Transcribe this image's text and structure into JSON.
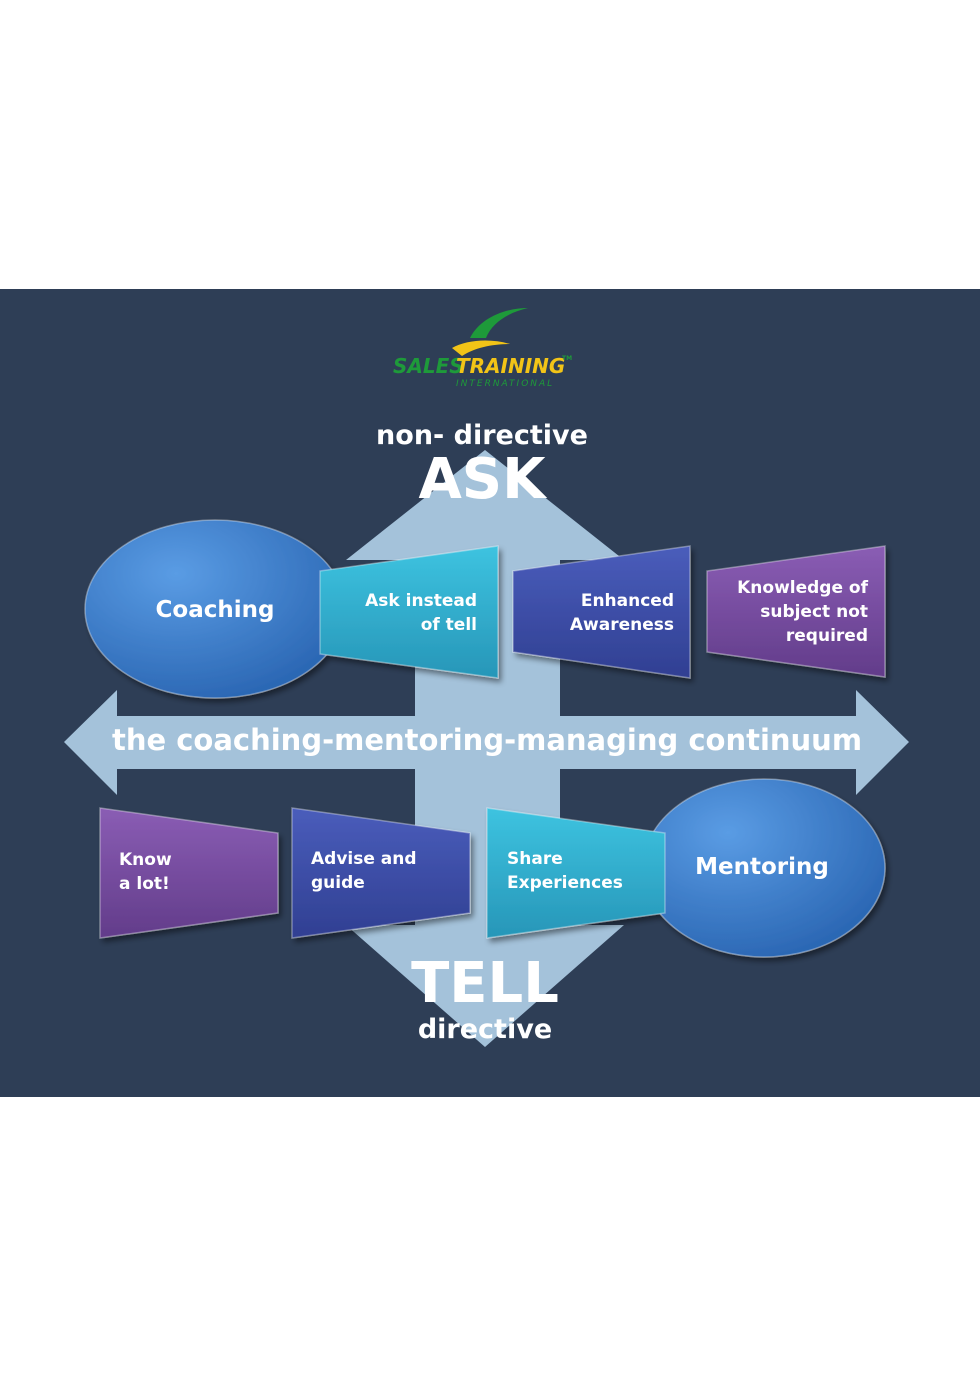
{
  "logo": {
    "brand_primary": "SALES",
    "brand_secondary": "TRAINING",
    "trademark": "TM",
    "tagline": "INTERNATIONAL",
    "green": "#1e9a3a",
    "yellow": "#f2c417"
  },
  "axis": {
    "top_small": "non- directive",
    "top_large": "ASK",
    "bottom_large": "TELL",
    "bottom_small": "directive",
    "horizontal_label": "the coaching-mentoring-managing continuum"
  },
  "top_row": {
    "coaching": "Coaching",
    "ask_instead": [
      "Ask instead",
      "of tell"
    ],
    "enhanced": [
      "Enhanced",
      "Awareness"
    ],
    "knowledge": [
      "Knowledge of",
      "subject not",
      "required"
    ]
  },
  "bottom_row": {
    "know": [
      "Know",
      "a lot!"
    ],
    "advise": [
      "Advise and",
      "guide"
    ],
    "share": [
      "Share",
      "Experiences"
    ],
    "mentoring": "Mentoring"
  },
  "colors": {
    "panel": "#2e3e56",
    "arrow": "#a4c2da",
    "ellipse": "#3b7fce",
    "cyan": "#2fb0cf",
    "indigo": "#3d4fa8",
    "violet": "#7a4fa2"
  }
}
